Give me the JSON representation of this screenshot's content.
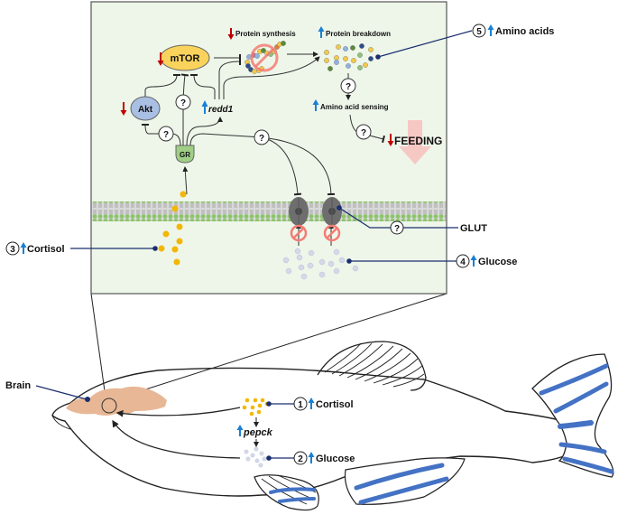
{
  "panel": {
    "nodes": {
      "mtor": "mTOR",
      "akt": "Akt",
      "gr": "GR",
      "redd1": "redd1"
    },
    "labels": {
      "protein_synthesis": "Protein synthesis",
      "protein_breakdown": "Protein breakdown",
      "amino_acid_sensing": "Amino acid sensing",
      "feeding": "FEEDING"
    },
    "unknown_mark": "?",
    "colors": {
      "background": "#eef6ea",
      "up_arrow": "#1a7fd4",
      "down_arrow": "#c00000",
      "mtor_fill": "#f9d35b",
      "akt_fill": "#a9bfe3",
      "gr_fill": "#9fcf86",
      "cortisol": "#f2b705",
      "glucose": "#d4d9ea",
      "glut": "#6e6e6e",
      "inhibit_sign": "#f47c74",
      "feeding_arrow": "#f6c8c4",
      "callout_line": "#1a2f6e"
    }
  },
  "callouts": {
    "c1": {
      "number": "1",
      "label": "Cortisol",
      "direction": "up"
    },
    "c2": {
      "number": "2",
      "label": "Glucose",
      "direction": "up"
    },
    "c3": {
      "number": "3",
      "label": "Cortisol",
      "direction": "up"
    },
    "c4": {
      "number": "4",
      "label": "Glucose",
      "direction": "up"
    },
    "c5": {
      "number": "5",
      "label": "Amino acids",
      "direction": "up"
    },
    "glut": {
      "label": "GLUT",
      "mark": "?"
    },
    "brain": {
      "label": "Brain"
    }
  },
  "fish": {
    "pepck": "pepck",
    "colors": {
      "brain": "#e8b896",
      "stripes": "#4472c4"
    }
  }
}
